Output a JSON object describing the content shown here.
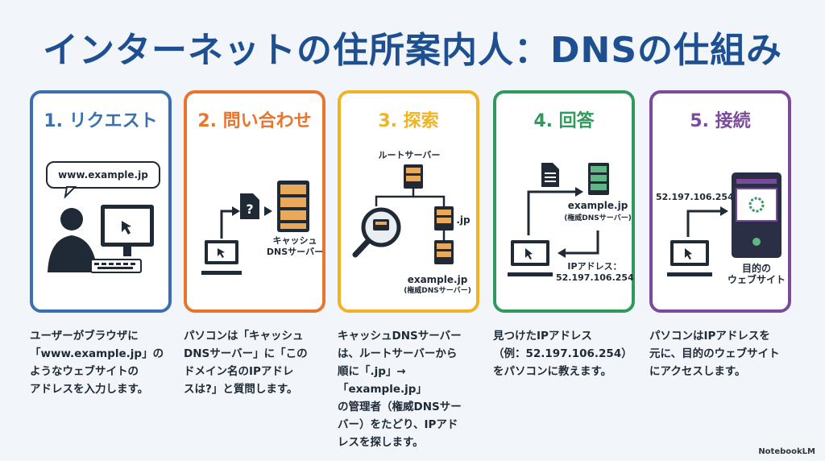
{
  "title": "インターネットの住所案内人：DNSの仕組み",
  "colors": {
    "title": "#1d4f91",
    "step1": "#3a6fb0",
    "step2": "#e8742d",
    "step3": "#f0b323",
    "step4": "#2f9a5c",
    "step5": "#7b4a9c"
  },
  "steps": [
    {
      "title": "1. リクエスト",
      "bubble": "www.example.jp",
      "description": "ユーザーがブラウザに\n「www.example.jp」の\nようなウェブサイトの\nアドレスを入力します。"
    },
    {
      "title": "2. 問い合わせ",
      "cache_label": "キャッシュ\nDNSサーバー",
      "question": "?",
      "description": "パソコンは「キャッシュ\nDNSサーバー」に「この\nドメイン名のIPアドレ\nスは?」と質問します。"
    },
    {
      "title": "3. 探索",
      "root_label": "ルートサーバー",
      "jp_label": ".jp",
      "example_label": "example.jp",
      "auth_label": "(権威DNSサーバー)",
      "description": "キャッシュDNSサーバー\nは、ルートサーバーから\n順に「.jp」→「example.jp」\nの管理者（権威DNSサー\nバー）をたどり、IPアド\nレスを探します。"
    },
    {
      "title": "4. 回答",
      "example_label": "example.jp",
      "auth_label": "(権威DNSサーバー)",
      "ip_label": "IPアドレス：\n52.197.106.254",
      "description": "見つけたIPアドレス\n（例：52.197.106.254）\nをパソコンに教えます。"
    },
    {
      "title": "5. 接続",
      "ip": "52.197.106.254",
      "site_label": "目的の\nウェブサイト",
      "description": "パソコンはIPアドレスを\n元に、目的のウェブサイト\nにアクセスします。"
    }
  ],
  "brand": "NotebookLM"
}
